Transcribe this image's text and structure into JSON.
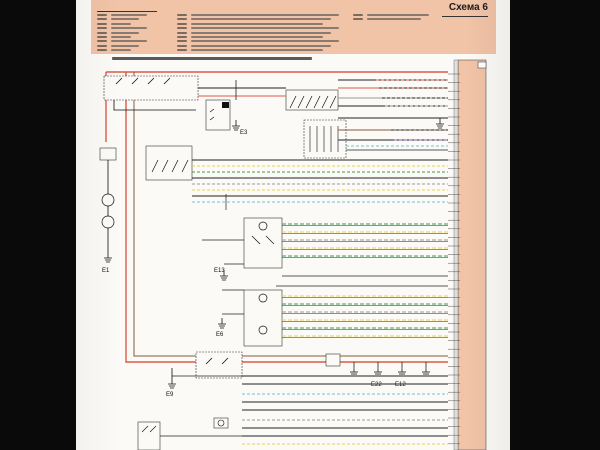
{
  "header": {
    "scheme_title": "Схема 6"
  },
  "ground_labels": [
    "E1",
    "E3",
    "E6",
    "E9",
    "E12",
    "E13",
    "E22"
  ],
  "colors": {
    "background": "#0a0a0a",
    "paper": "#fbfaf6",
    "legend": "#f1c3a7",
    "connector_strip": "#f1c3a7",
    "wire_red": "#d95b4a",
    "wire_brown": "#8a5a3a",
    "wire_black": "#222222",
    "wire_blue": "#6cc3de",
    "wire_yellow": "#e8d24a",
    "wire_green": "#3e9a55",
    "wire_gray": "#9a9a9a",
    "wire_violet": "#8a62b2"
  }
}
